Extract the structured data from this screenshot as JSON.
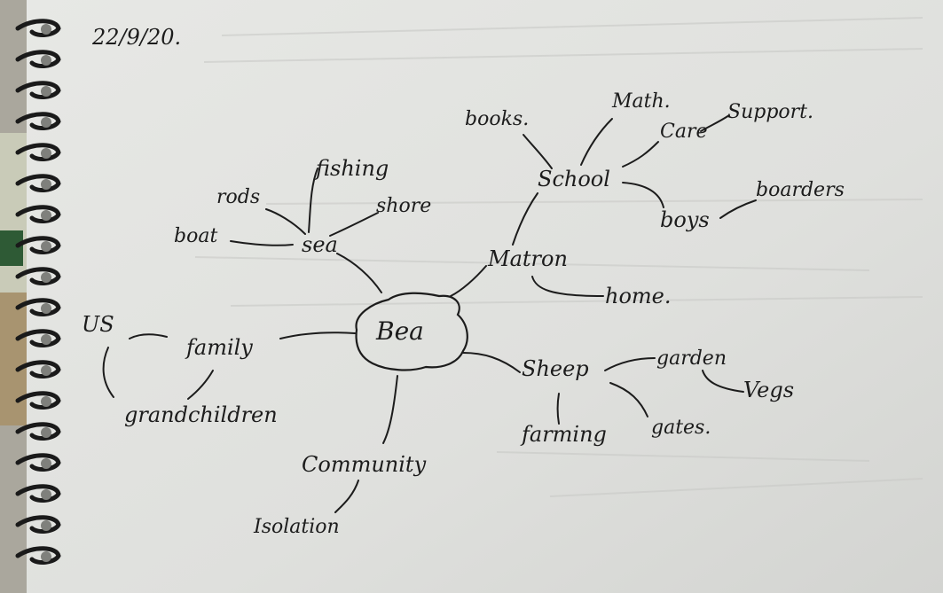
{
  "sketch": {
    "date": "22/9/20.",
    "center": "Bea",
    "nodes": {
      "sea": "sea",
      "fishing": "fishing",
      "rods": "rods",
      "boat": "boat",
      "shore": "shore",
      "school": "School",
      "books": "books.",
      "maths": "Math.",
      "care": "Care",
      "support": "Support.",
      "boys": "boys",
      "boarders": "boarders",
      "matron": "Matron",
      "home": "home.",
      "family": "family",
      "us": "US",
      "grandchildren": "grandchildren",
      "sheep": "Sheep",
      "garden": "garden",
      "vegs": "Vegs",
      "gates": "gates.",
      "farming": "farming",
      "community": "Community",
      "isolation": "Isolation"
    }
  }
}
